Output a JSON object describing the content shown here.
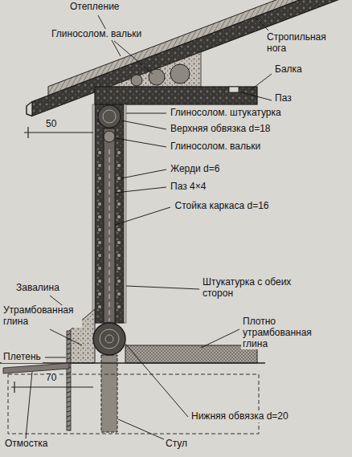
{
  "diagram": {
    "labels": [
      "Отепление",
      "Стропильная нога",
      "Глиносолом. вальки",
      "Балка",
      "Паз",
      "Глиносолом. штукатурка",
      "Верхняя обвязка d=18",
      "50",
      "Глиносолом. вальки",
      "Жерди d=6",
      "Паз 4×4",
      "Стойка каркаса d=16",
      "Завалина",
      "Штукатурка с обеих сторон",
      "Утрамбованная глина",
      "Плотно утрамбованная глина",
      "Плетень",
      "70",
      "Нижняя обвязка d=20",
      "Отмостка",
      "Стул"
    ]
  }
}
